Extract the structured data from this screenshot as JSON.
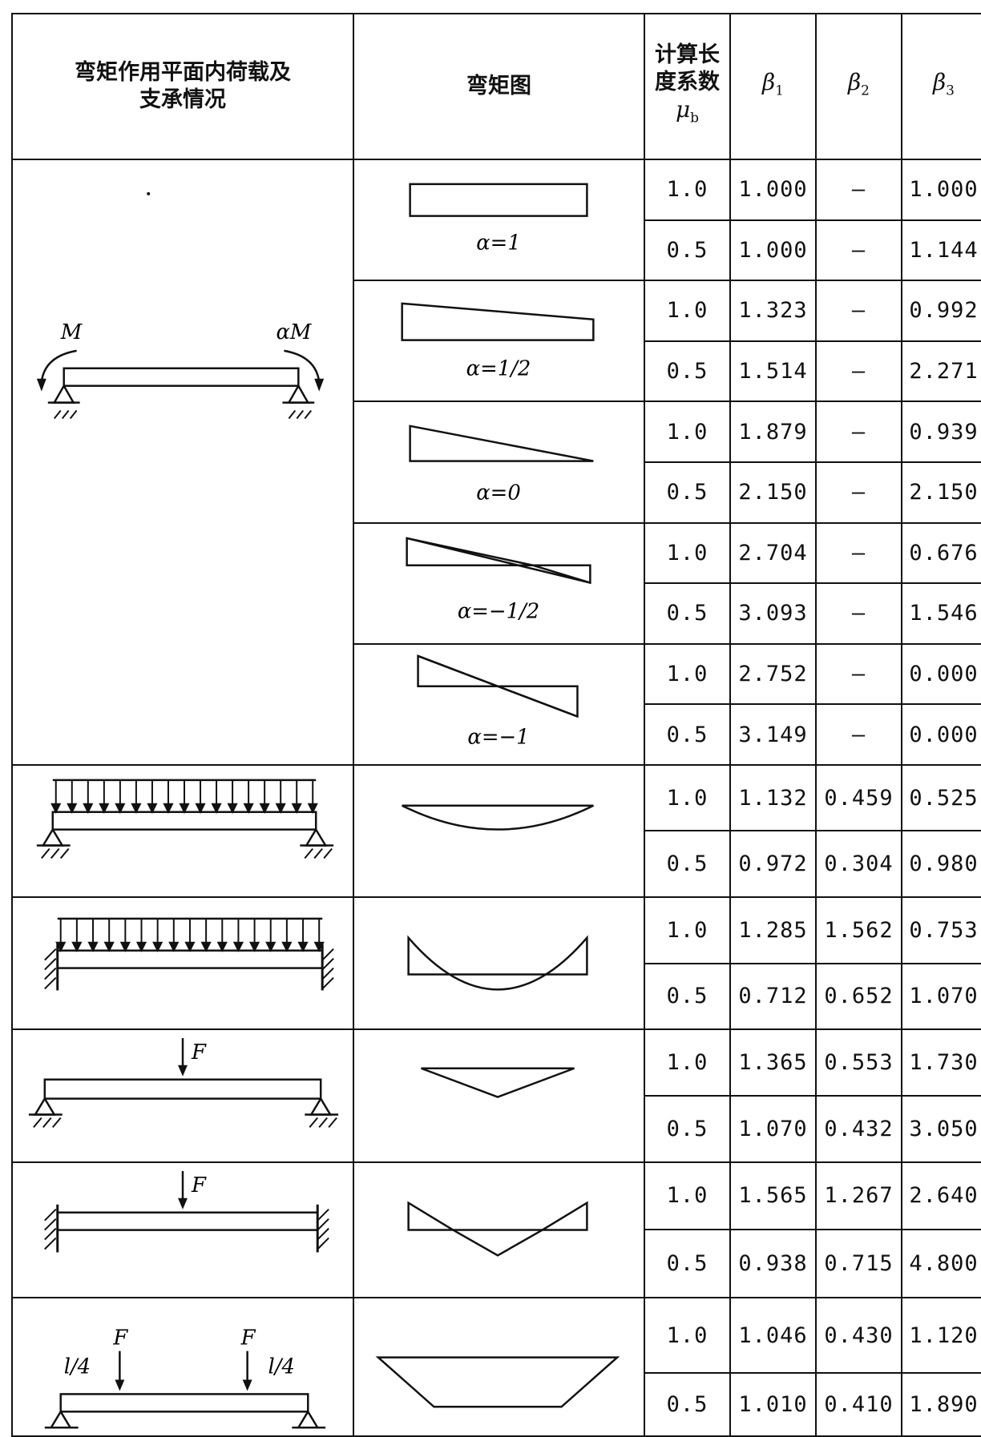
{
  "table": {
    "headers": {
      "load_case_line1": "弯矩作用平面内荷载及",
      "load_case_line2": "支承情况",
      "moment_diagram": "弯矩图",
      "length_coef_line1": "计算长",
      "length_coef_line2": "度系数",
      "length_coef_symbol": "μ",
      "length_coef_sub": "b",
      "beta1_symbol": "β",
      "beta1_sub": "1",
      "beta2_symbol": "β",
      "beta2_sub": "2",
      "beta3_symbol": "β",
      "beta3_sub": "3"
    },
    "load_labels": {
      "end_moment_left": "M",
      "end_moment_right": "αM",
      "point_load": "F",
      "quarter_span": "l/4"
    },
    "alpha_labels": [
      "α=1",
      "α=1/2",
      "α=0",
      "α=−1/2",
      "α=−1"
    ],
    "rows": [
      {
        "mu": "1.0",
        "b1": "1.000",
        "b2": "—",
        "b3": "1.000"
      },
      {
        "mu": "0.5",
        "b1": "1.000",
        "b2": "—",
        "b3": "1.144"
      },
      {
        "mu": "1.0",
        "b1": "1.323",
        "b2": "—",
        "b3": "0.992"
      },
      {
        "mu": "0.5",
        "b1": "1.514",
        "b2": "—",
        "b3": "2.271"
      },
      {
        "mu": "1.0",
        "b1": "1.879",
        "b2": "—",
        "b3": "0.939"
      },
      {
        "mu": "0.5",
        "b1": "2.150",
        "b2": "—",
        "b3": "2.150"
      },
      {
        "mu": "1.0",
        "b1": "2.704",
        "b2": "—",
        "b3": "0.676"
      },
      {
        "mu": "0.5",
        "b1": "3.093",
        "b2": "—",
        "b3": "1.546"
      },
      {
        "mu": "1.0",
        "b1": "2.752",
        "b2": "—",
        "b3": "0.000"
      },
      {
        "mu": "0.5",
        "b1": "3.149",
        "b2": "—",
        "b3": "0.000"
      },
      {
        "mu": "1.0",
        "b1": "1.132",
        "b2": "0.459",
        "b3": "0.525"
      },
      {
        "mu": "0.5",
        "b1": "0.972",
        "b2": "0.304",
        "b3": "0.980"
      },
      {
        "mu": "1.0",
        "b1": "1.285",
        "b2": "1.562",
        "b3": "0.753"
      },
      {
        "mu": "0.5",
        "b1": "0.712",
        "b2": "0.652",
        "b3": "1.070"
      },
      {
        "mu": "1.0",
        "b1": "1.365",
        "b2": "0.553",
        "b3": "1.730"
      },
      {
        "mu": "0.5",
        "b1": "1.070",
        "b2": "0.432",
        "b3": "3.050"
      },
      {
        "mu": "1.0",
        "b1": "1.565",
        "b2": "1.267",
        "b3": "2.640"
      },
      {
        "mu": "0.5",
        "b1": "0.938",
        "b2": "0.715",
        "b3": "4.800"
      },
      {
        "mu": "1.0",
        "b1": "1.046",
        "b2": "0.430",
        "b3": "1.120"
      },
      {
        "mu": "0.5",
        "b1": "1.010",
        "b2": "0.410",
        "b3": "1.890"
      }
    ]
  }
}
